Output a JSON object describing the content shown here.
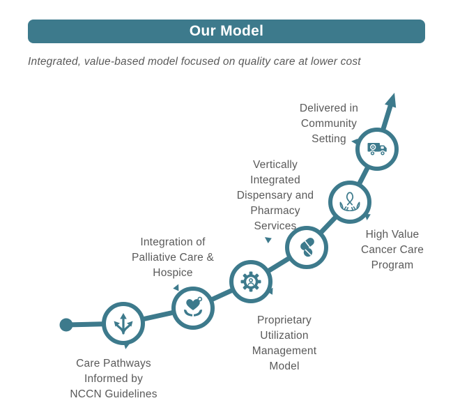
{
  "header": {
    "title": "Our Model",
    "subtitle": "Integrated, value-based model focused on quality care at lower cost"
  },
  "colors": {
    "accent_teal": "#3d7a8c",
    "label_text": "#595959",
    "banner_text": "#ffffff",
    "background": "#ffffff"
  },
  "diagram": {
    "type": "ascending-step-process",
    "steps": [
      {
        "label": "Care Pathways\nInformed by\nNCCN Guidelines",
        "icon": "branching-arrows-icon",
        "label_position": "below"
      },
      {
        "label": "Integration of\nPalliative Care &\nHospice",
        "icon": "heart-in-hands-icon",
        "label_position": "above"
      },
      {
        "label": "Proprietary\nUtilization\nManagement\nModel",
        "icon": "person-gear-icon",
        "label_position": "below"
      },
      {
        "label": "Vertically\nIntegrated\nDispensary and\nPharmacy\nServices",
        "icon": "pills-icon",
        "label_position": "above"
      },
      {
        "label": "High Value\nCancer Care\nProgram",
        "icon": "ribbon-in-hands-icon",
        "label_position": "below"
      },
      {
        "label": "Delivered in\nCommunity\nSetting",
        "icon": "delivery-truck-icon",
        "label_position": "above"
      }
    ],
    "end_marker": "up-right-arrow"
  }
}
